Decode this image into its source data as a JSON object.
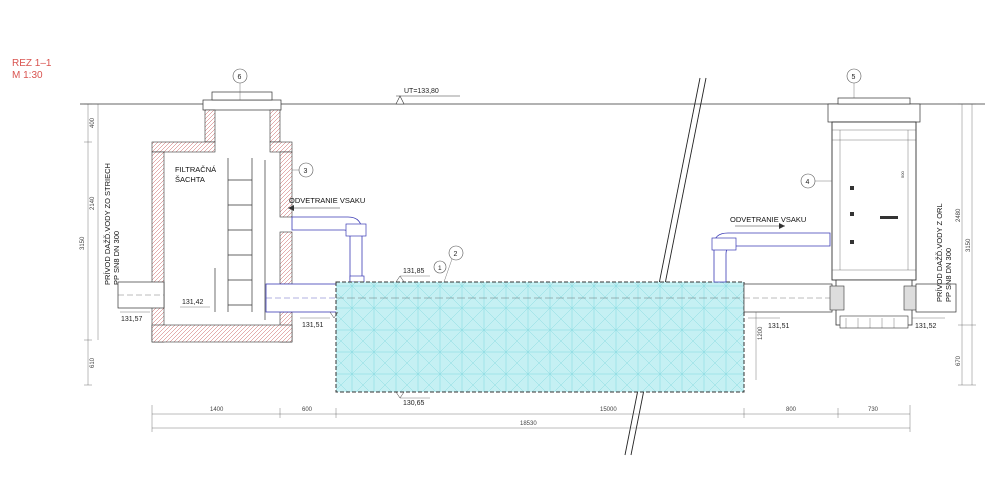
{
  "title": {
    "line1": "REZ 1–1",
    "line2": "M 1:30"
  },
  "ground_level": "UT=133,80",
  "callouts": [
    "6",
    "5",
    "3",
    "2",
    "1",
    "4"
  ],
  "labels": {
    "filter_shaft": [
      "FILTRAČNÁ",
      "ŠACHTA"
    ],
    "vent_left": "ODVETRANIE VSAKU",
    "vent_right": "ODVETRANIE VSAKU",
    "inflow_left": [
      "PRÍVOD DAŽĎ.VODY ZO STRIECH",
      "PP SN8 DN 300"
    ],
    "inflow_right": [
      "PRÍVOD DAŽĎ.VODY Z ORL",
      "PP SN8 DN 300"
    ]
  },
  "levels": {
    "left_pipe_bottom": "131,57",
    "left_pipe_invert": "131,42",
    "tank_top": "131,85",
    "tank_in": "131,51",
    "tank_bottom": "130,65",
    "right_in": "131,51",
    "right_out": "131,52"
  },
  "dims_horizontal": [
    "1400",
    "600",
    "15000",
    "800",
    "730",
    "18530"
  ],
  "dims_vertical_left": [
    "400",
    "2140",
    "3150",
    "610"
  ],
  "dims_vertical_right": [
    "2480",
    "3150",
    "670",
    "1200"
  ],
  "unit_labels": [
    "500"
  ],
  "colors": {
    "pipe": "#3b3bb5",
    "tank_fill": "#bfeef2",
    "tank_grid": "#7fd6de",
    "title": "#d9534f"
  }
}
